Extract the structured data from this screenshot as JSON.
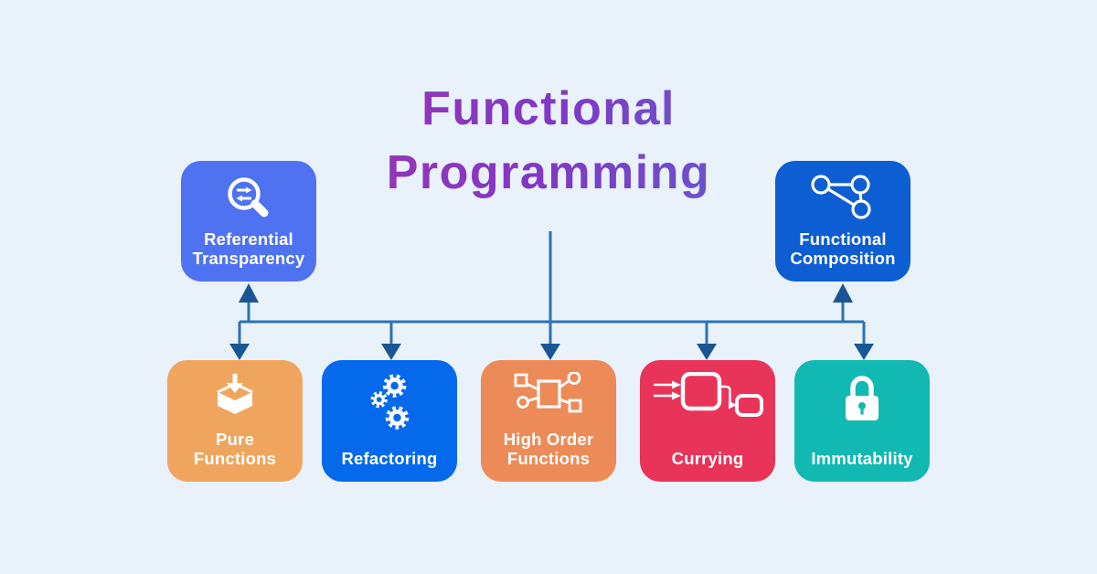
{
  "background": "#e9f1fb",
  "title": {
    "line1": "Functional",
    "line2": "Programming",
    "gradient": [
      "#bc319e",
      "#8038c4",
      "#3e8edf"
    ]
  },
  "connectors": {
    "line_color": "#2a73b3",
    "arrow_color": "#1a5693"
  },
  "nodes": [
    {
      "id": "referential-transparency",
      "label": "Referential\nTransparency",
      "color": "#4e72f0",
      "icon": "magnifier-swap-icon"
    },
    {
      "id": "functional-composition",
      "label": "Functional\nComposition",
      "color": "#0d5ed2",
      "icon": "network-graph-icon"
    },
    {
      "id": "pure-functions",
      "label": "Pure\nFunctions",
      "color": "#f0a55e",
      "icon": "inbox-cube-icon"
    },
    {
      "id": "refactoring",
      "label": "Refactoring",
      "color": "#0569ec",
      "icon": "gears-icon"
    },
    {
      "id": "high-order-functions",
      "label": "High Order\nFunctions",
      "color": "#ed8b58",
      "icon": "flow-nodes-icon"
    },
    {
      "id": "currying",
      "label": "Currying",
      "color": "#e83459",
      "icon": "pipeline-arrows-icon"
    },
    {
      "id": "immutability",
      "label": "Immutability",
      "color": "#12b9b2",
      "icon": "padlock-icon"
    }
  ]
}
